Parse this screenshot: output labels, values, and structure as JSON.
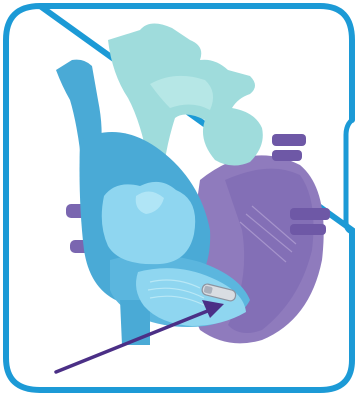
{
  "figure": {
    "type": "anatomical-illustration",
    "subject": "heart-with-leadless-pacemaker",
    "text_labels": [],
    "colors": {
      "frame_border": "#1c9ad6",
      "frame_fill": "#ffffff",
      "aorta": "#9fdcdc",
      "vena_cava_and_right_heart": "#4aaad6",
      "right_heart_light": "#7cc6e8",
      "chamber_light": "#8fd6f0",
      "left_heart": "#8f7bbd",
      "left_heart_dark": "#6e58a6",
      "left_vessels": "#7a66b0",
      "device": "#d9dde2",
      "arrow": "#4b2f86"
    },
    "icons": [
      "heart-illustration",
      "pacemaker-device-icon",
      "pointer-arrow-icon"
    ]
  }
}
